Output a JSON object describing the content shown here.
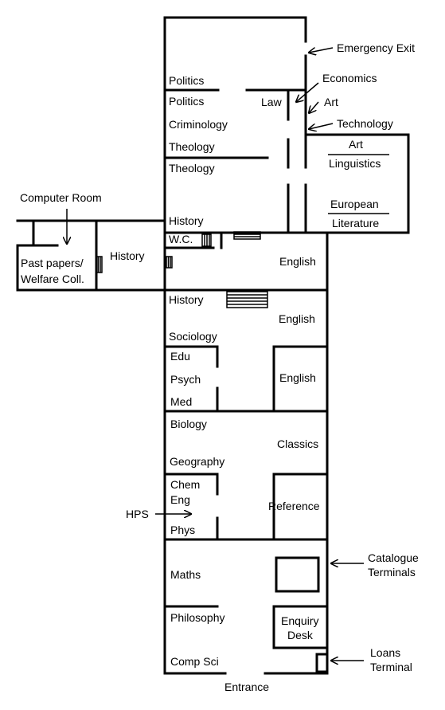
{
  "labels": {
    "emergency_exit": "Emergency Exit",
    "economics": "Economics",
    "art_pointer": "Art",
    "technology": "Technology",
    "politics_1": "Politics",
    "politics_2": "Politics",
    "law": "Law",
    "criminology": "Criminology",
    "theology_1": "Theology",
    "theology_2": "Theology",
    "art_room": "Art",
    "linguistics": "Linguistics",
    "european": "European",
    "literature": "Literature",
    "computer_room": "Computer Room",
    "history_top": "History",
    "past_papers_line1": "Past papers/",
    "past_papers_line2": "Welfare Coll.",
    "history_annex": "History",
    "wc": "W.C.",
    "english_1": "English",
    "history_mid": "History",
    "english_2": "English",
    "sociology": "Sociology",
    "edu": "Edu",
    "psych": "Psych",
    "med": "Med",
    "english_3": "English",
    "biology": "Biology",
    "classics": "Classics",
    "geography": "Geography",
    "chem": "Chem",
    "eng": "Eng",
    "phys": "Phys",
    "hps": "HPS",
    "reference": "Reference",
    "maths": "Maths",
    "catalogue_line1": "Catalogue",
    "catalogue_line2": "Terminals",
    "philosophy": "Philosophy",
    "enquiry_line1": "Enquiry",
    "enquiry_line2": "Desk",
    "comp_sci": "Comp Sci",
    "loans_line1": "Loans",
    "loans_line2": "Terminal",
    "entrance": "Entrance"
  },
  "icons": {
    "stairs": "stairs-icon",
    "arrow": "arrow-icon",
    "terminal": "terminal-icon"
  }
}
